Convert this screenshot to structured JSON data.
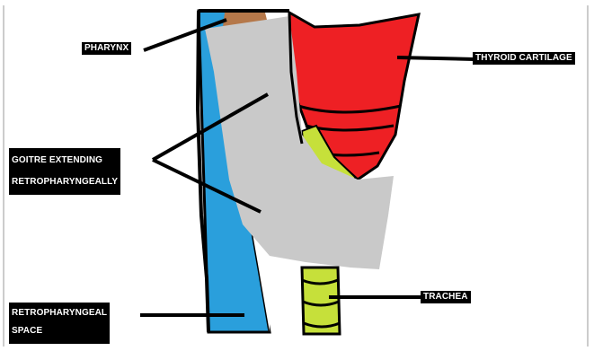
{
  "labels": {
    "pharynx": "PHARYNX",
    "thyroid_cartilage": "THYROID CARTILAGE",
    "goitre_line1": "GOITRE EXTENDING",
    "goitre_line2": "RETROPHARYNGEALLY",
    "trachea": "TRACHEA",
    "retro_line1": "RETROPHARYNGEAL",
    "retro_line2": "SPACE"
  },
  "colors": {
    "pharynx": "#b5784a",
    "thyroid_cartilage": "#ee2024",
    "goitre": "#c9c9c9",
    "trachea": "#c6e03a",
    "retropharyngeal_space": "#2a9fdc",
    "outline": "#000000"
  }
}
